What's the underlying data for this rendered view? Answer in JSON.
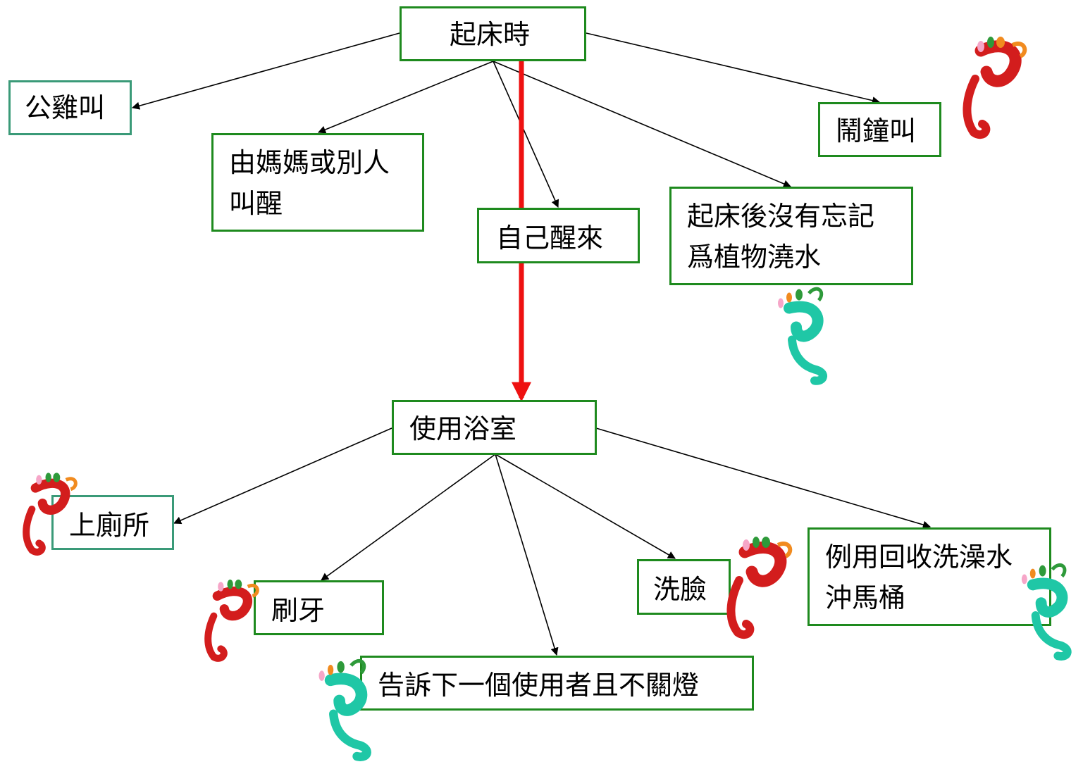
{
  "colors": {
    "box_border": "#1e8a1e",
    "box_border_alt": "#3a9a78",
    "arrow": "#000000",
    "main_arrow": "#ee1111",
    "foot_red": "#d31d1d",
    "foot_teal": "#1fc7a6",
    "toe_orange": "#f18b1f",
    "toe_pink": "#f6a6c8",
    "toe_green": "#2e9a3a"
  },
  "diagram": {
    "top": {
      "label": "起床時"
    },
    "wake": {
      "rooster": "公雞叫",
      "mother": [
        "由媽媽或別人",
        "叫醒"
      ],
      "self": "自己醒來",
      "water_plants": [
        "起床後沒有忘記",
        "爲植物澆水"
      ],
      "alarm": "鬧鐘叫"
    },
    "bath": {
      "label": "使用浴室"
    },
    "bath_steps": {
      "toilet": "上廁所",
      "brush": "刷牙",
      "tell": "告訴下一個使用者且不關燈",
      "face": "洗臉",
      "reuse": [
        "例用回收洗澡水",
        "沖馬桶"
      ]
    },
    "icons": [
      "footprint-icon"
    ]
  }
}
